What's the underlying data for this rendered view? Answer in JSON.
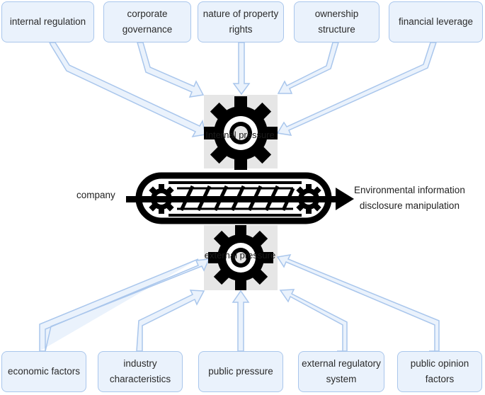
{
  "internal_factors": [
    "internal regulation",
    "corporate\ngovernance",
    "nature of property\nrights",
    "ownership\nstructure",
    "financial leverage"
  ],
  "external_factors": [
    "economic factors",
    "industry\ncharacteristics",
    "public pressure",
    "external regulatory\nsystem",
    "public opinion\nfactors"
  ],
  "internal_pressure_label": "Internal pressure",
  "external_pressure_label": "external pressure",
  "input_label": "company",
  "output_label": "Environmental information\ndisclosure  manipulation",
  "colors": {
    "box_fill": "#eaf2fc",
    "box_border": "#a9c6ec",
    "arrow_fill": "#eaf2fc",
    "arrow_border": "#a9c6ec",
    "gear": "#000000",
    "gear_bg": "#e6e6e6"
  }
}
